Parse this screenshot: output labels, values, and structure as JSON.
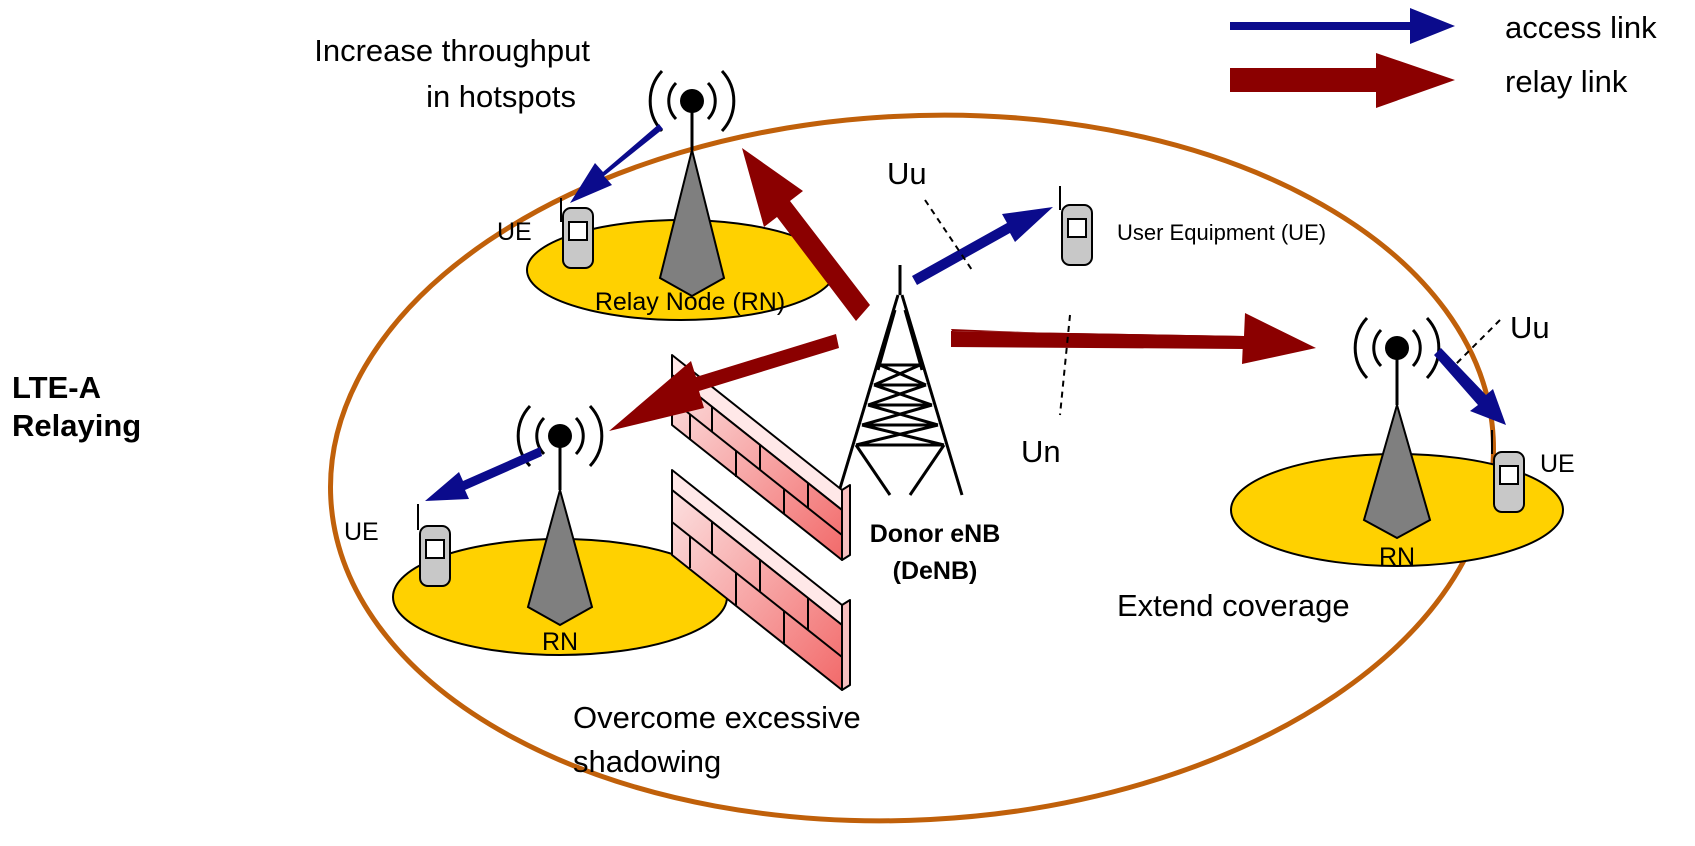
{
  "title": {
    "line1": "LTE-A",
    "line2": "Relaying"
  },
  "legend": {
    "access": "access link",
    "relay": "relay link"
  },
  "labels": {
    "hotspot_line1": "Increase throughput",
    "hotspot_line2": "in hotspots",
    "rn_hotspot": "Relay Node (RN)",
    "rn_left": "RN",
    "rn_right": "RN",
    "ue_hotspot": "UE",
    "ue_left": "UE",
    "ue_right": "UE",
    "ue_center": "User Equipment (UE)",
    "uu_center": "Uu",
    "uu_right": "Uu",
    "un": "Un",
    "denb_line1": "Donor eNB",
    "denb_line2": "(DeNB)",
    "extend": "Extend coverage",
    "shadow_line1": "Overcome excessive",
    "shadow_line2": "shadowing"
  },
  "colors": {
    "access_link": "#0B0B8C",
    "relay_link": "#8B0000",
    "cell_boundary": "#C0600A",
    "coverage_area": "#FFD100",
    "tower": "#7F7F7F",
    "wall": "#F7A0A0"
  }
}
